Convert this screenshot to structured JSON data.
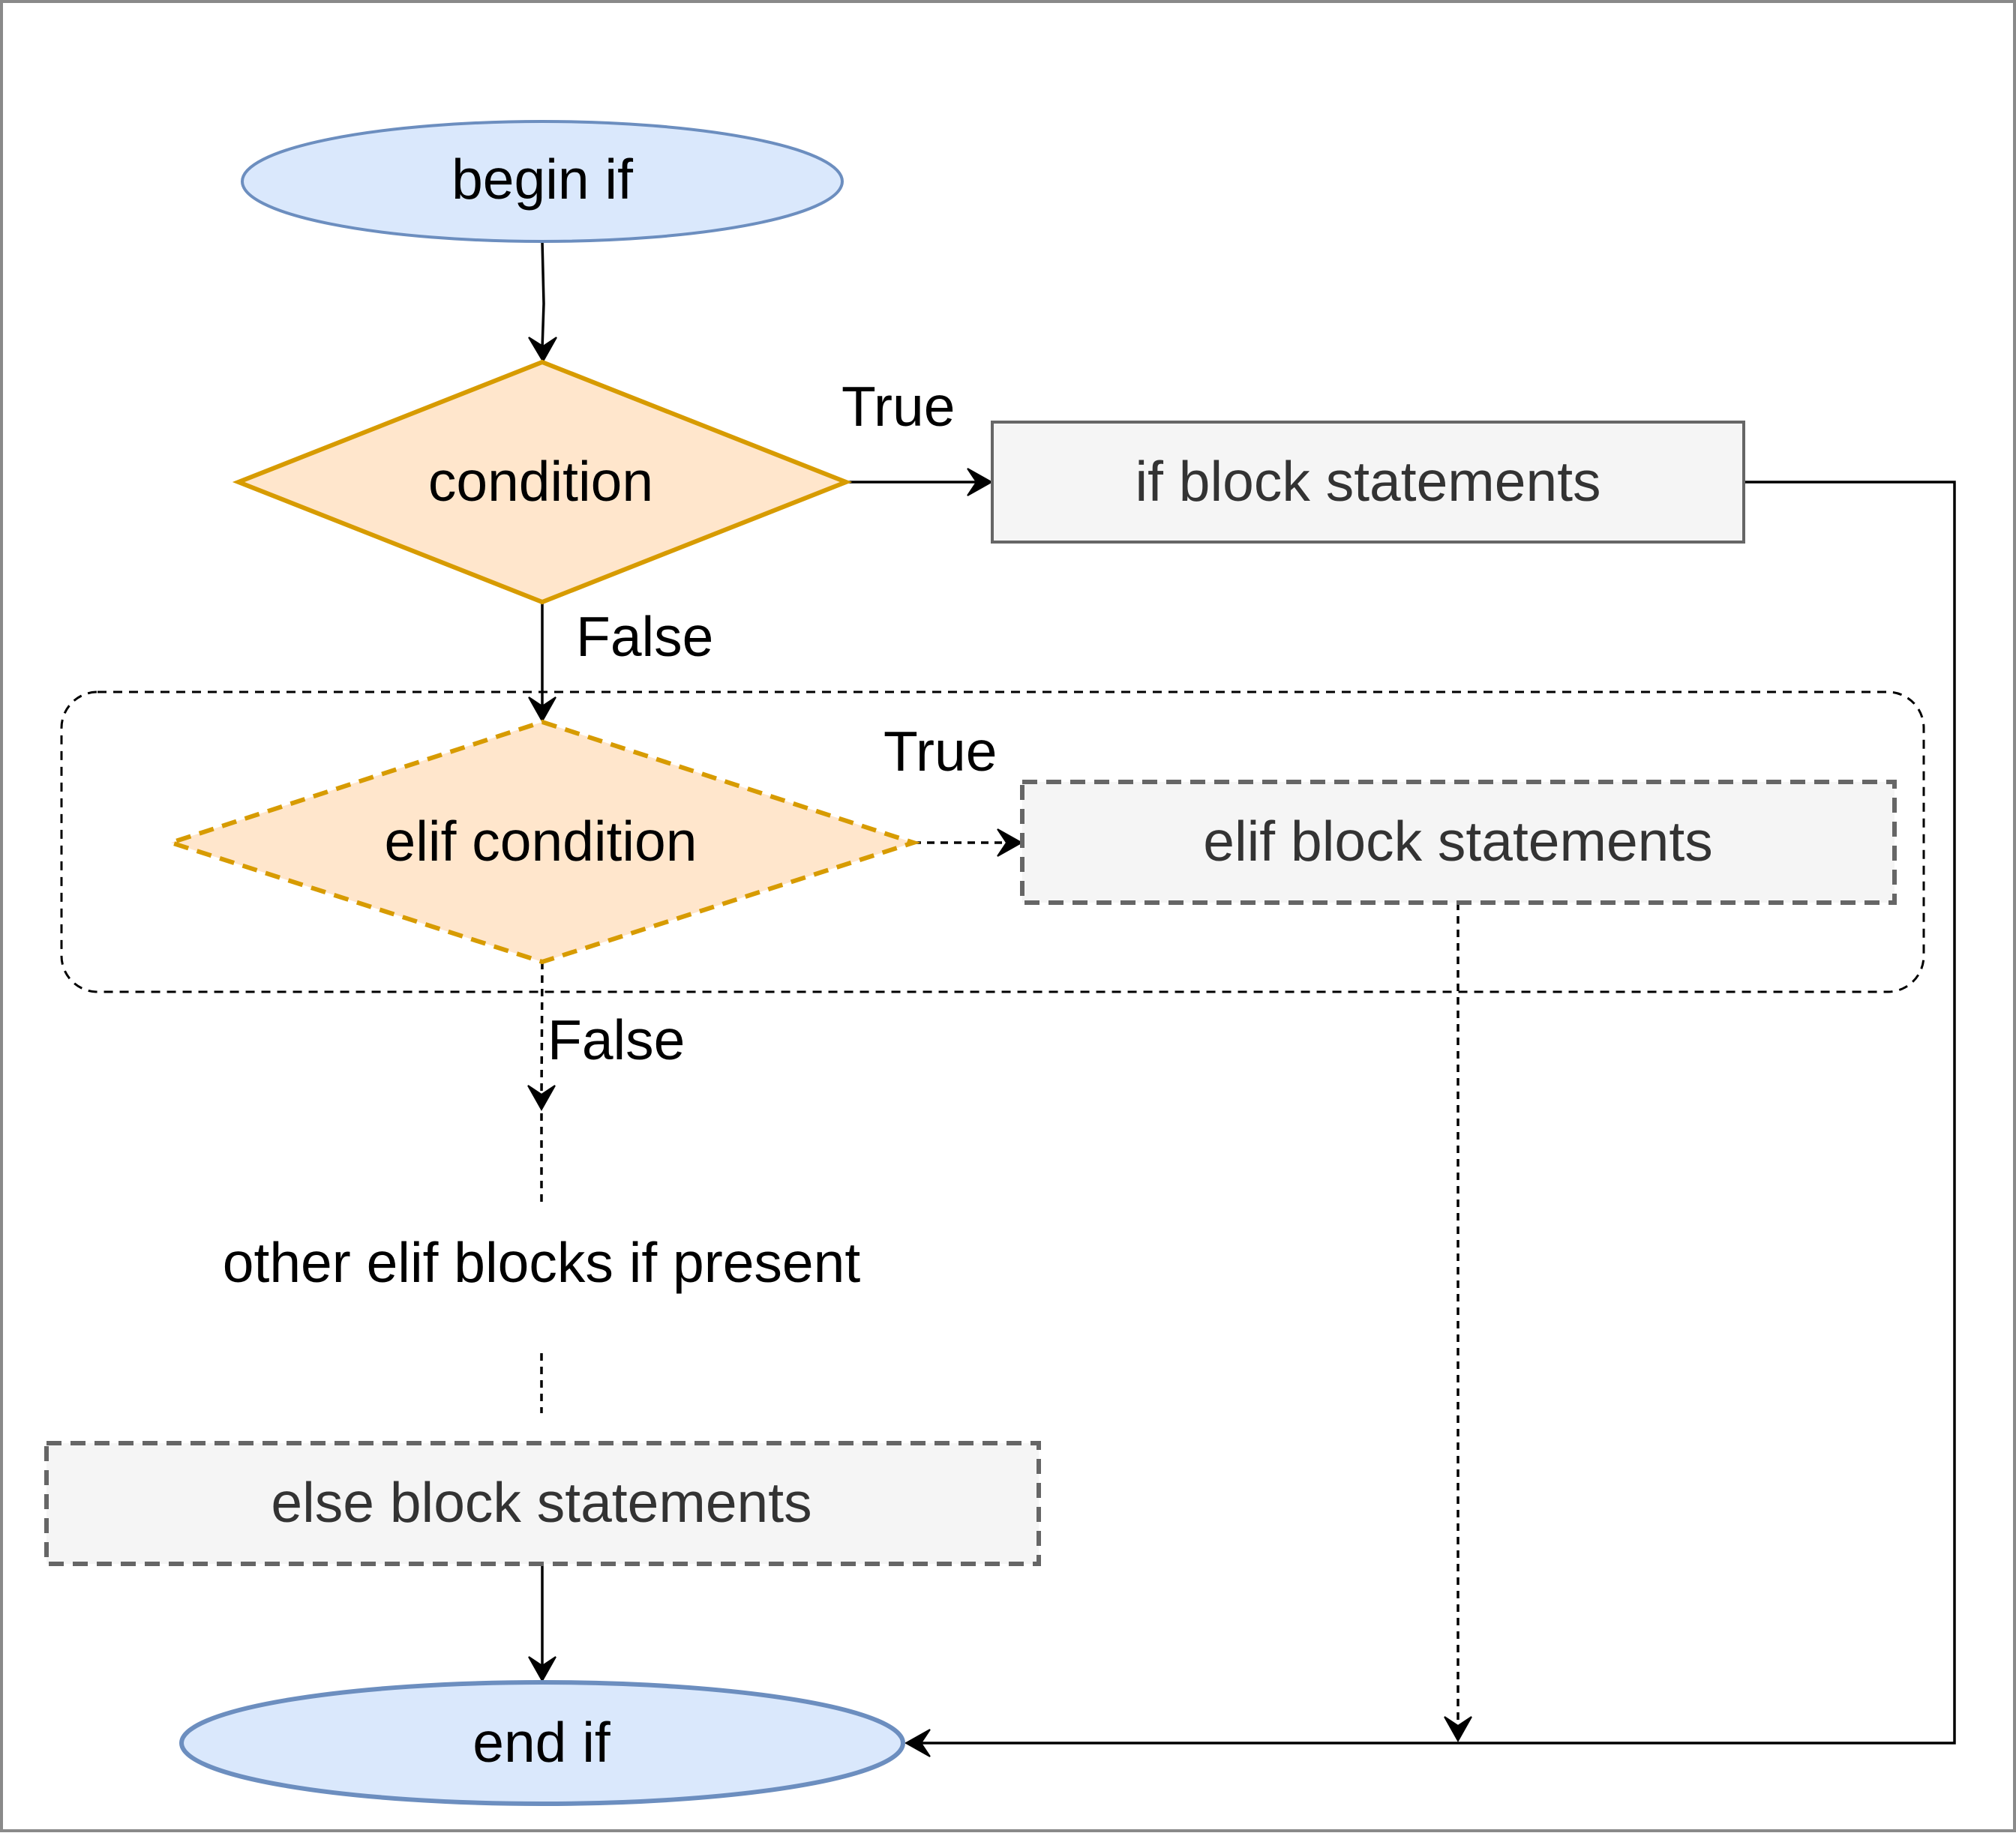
{
  "nodes": {
    "begin": "begin if",
    "condition": "condition",
    "if_block": "if block statements",
    "elif_condition": "elif condition",
    "elif_block": "elif block statements",
    "other_elif": "other elif blocks if present",
    "else_block": "else block statements",
    "end": "end if"
  },
  "edges": {
    "condition_true": "True",
    "condition_false": "False",
    "elif_true": "True",
    "elif_false": "False"
  },
  "colors": {
    "terminal_fill": "#dae8fc",
    "terminal_stroke": "#6c8ebf",
    "decision_fill": "#ffe6cc",
    "decision_stroke": "#d79b00",
    "process_fill": "#f5f5f5",
    "process_stroke": "#666666",
    "line": "#000000"
  }
}
